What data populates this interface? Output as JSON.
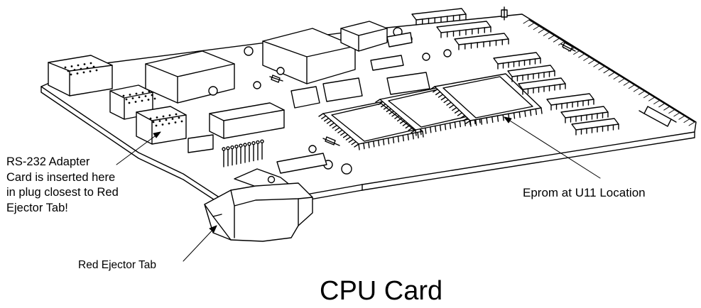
{
  "figure": {
    "title": "CPU Card",
    "callouts": {
      "rs232": "RS-232 Adapter\nCard is inserted here\nin plug closest to Red\nEjector Tab!",
      "eprom": "Eprom at U11 Location",
      "ejector": "Red Ejector Tab"
    }
  }
}
